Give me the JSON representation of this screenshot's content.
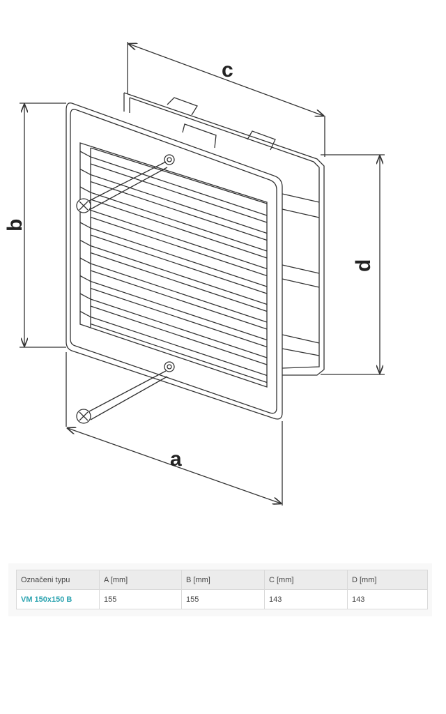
{
  "drawing": {
    "labels": {
      "a": "a",
      "b": "b",
      "c": "c",
      "d": "d"
    },
    "line_color": "#333333"
  },
  "table": {
    "headers": [
      "Označeni typu",
      "A [mm]",
      "B [mm]",
      "C [mm]",
      "D [mm]"
    ],
    "rows": [
      {
        "type": "VM 150x150 B",
        "a": "155",
        "b": "155",
        "c": "143",
        "d": "143"
      }
    ],
    "type_color": "#2ba3b0"
  }
}
